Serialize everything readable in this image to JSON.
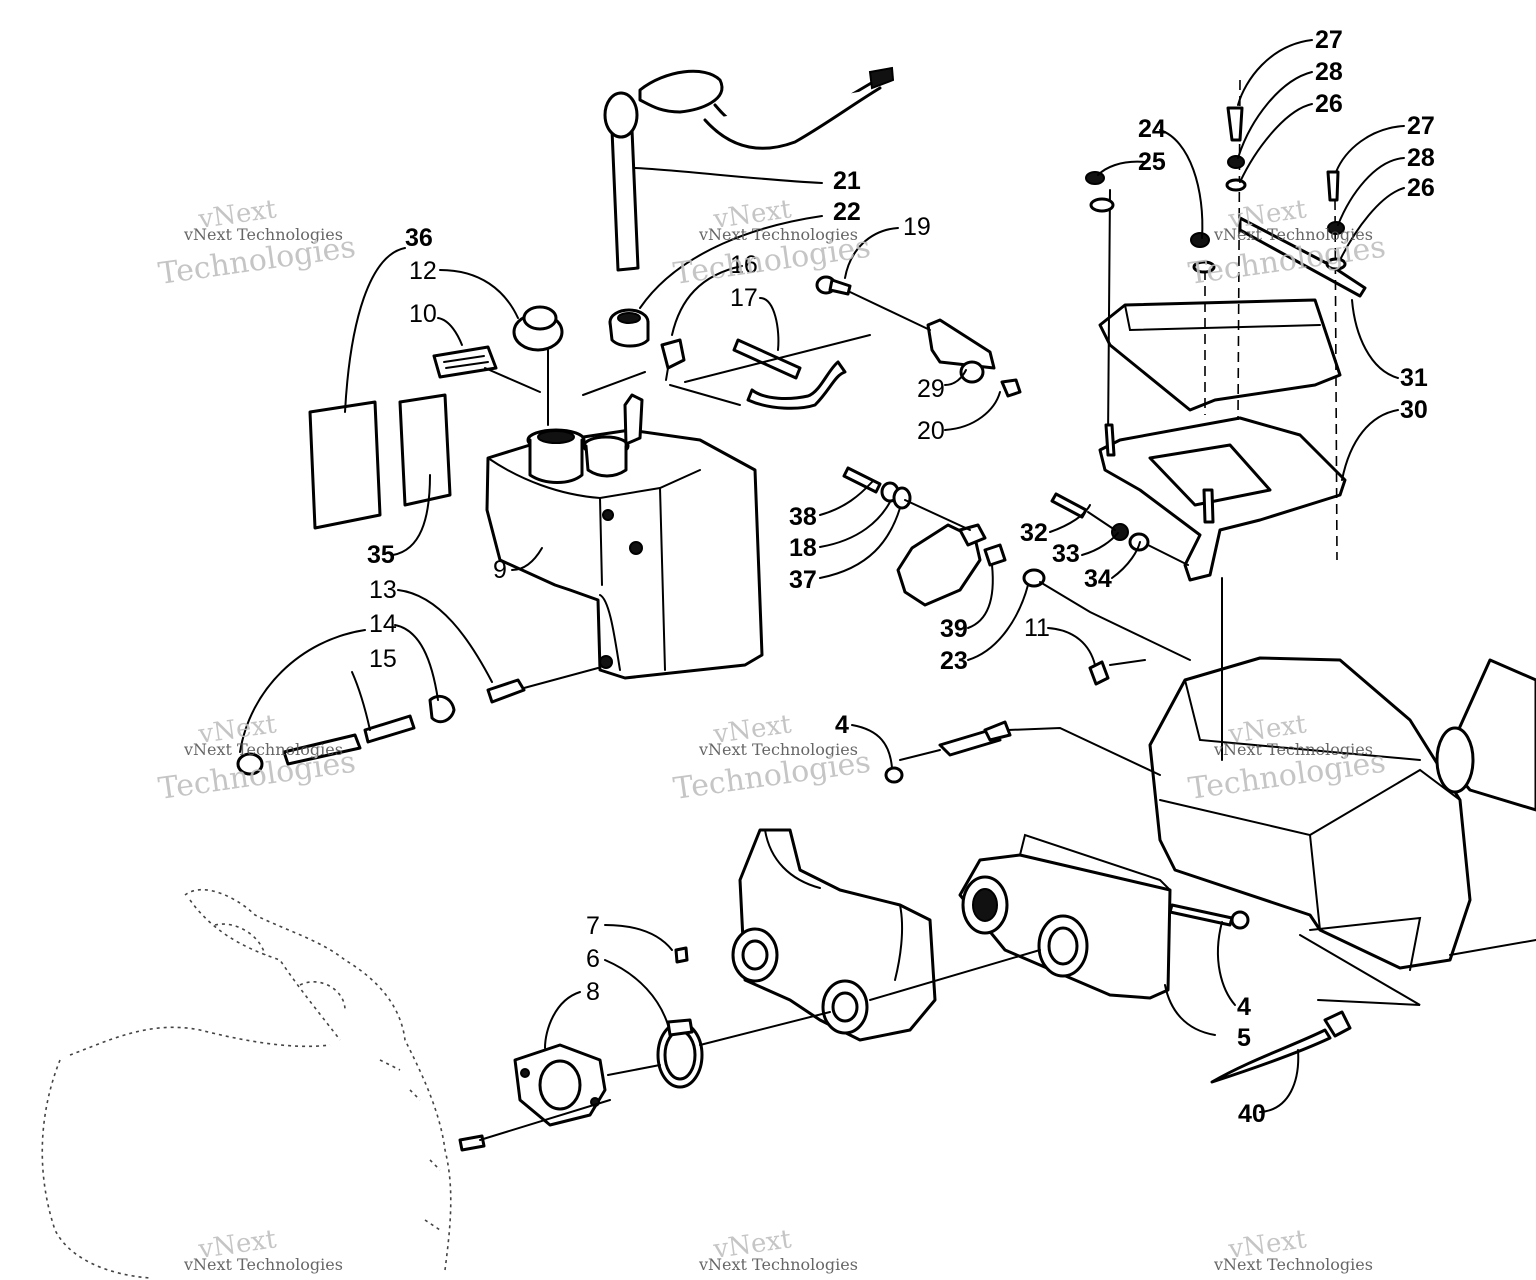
{
  "callouts": {
    "c36": "36",
    "c12": "12",
    "c10": "10",
    "c35": "35",
    "c9": "9",
    "c13": "13",
    "c14": "14",
    "c15": "15",
    "c21": "21",
    "c22": "22",
    "c16": "16",
    "c17": "17",
    "c19": "19",
    "c29": "29",
    "c20": "20",
    "c38": "38",
    "c18": "18",
    "c37": "37",
    "c39": "39",
    "c23": "23",
    "c11": "11",
    "c32": "32",
    "c33": "33",
    "c34": "34",
    "c24": "24",
    "c25": "25",
    "c27a": "27",
    "c28a": "28",
    "c26a": "26",
    "c27b": "27",
    "c28b": "28",
    "c26b": "26",
    "c31": "31",
    "c30": "30",
    "c4a": "4",
    "c4b": "4",
    "c5": "5",
    "c7": "7",
    "c6": "6",
    "c8": "8",
    "c40": "40"
  },
  "watermark": {
    "brand": "vNext",
    "word": "Technologies",
    "full": "vNext Technologies"
  }
}
